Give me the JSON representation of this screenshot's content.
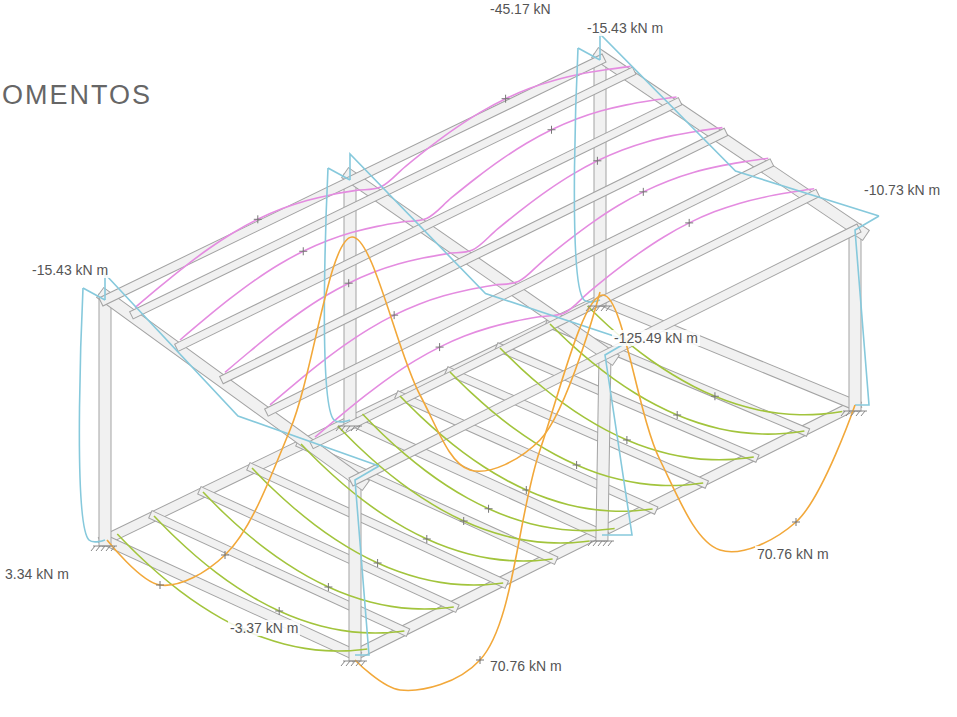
{
  "diagram": {
    "title": "OMENTOS",
    "labels": [
      "-45.17 kN",
      "-15.43 kN m",
      "-10.73 kN m",
      "-15.43 kN m",
      "-125.49 kN m",
      "3.34 kN m",
      "-3.37 kN m",
      "70.76 kN m",
      "70.76 kN m"
    ]
  }
}
